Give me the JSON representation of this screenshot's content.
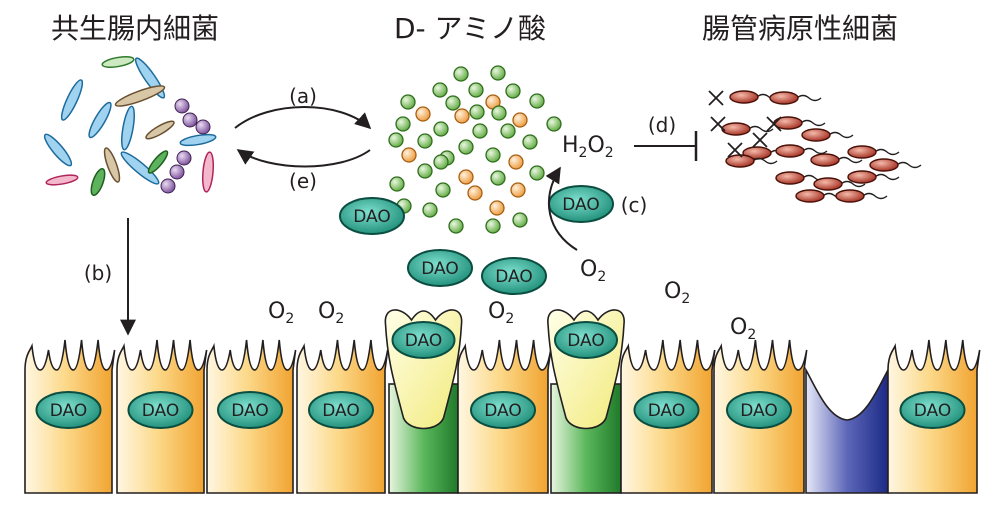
{
  "titles": {
    "commensal": "共生腸内細菌",
    "d_amino": "D- アミノ酸",
    "pathogen": "腸管病原性細菌"
  },
  "labels": {
    "a": "(a)",
    "b": "(b)",
    "c": "(c)",
    "d": "(d)",
    "e": "(e)"
  },
  "molecules": {
    "h2o2_h": "H",
    "h2o2_h_sub": "2",
    "h2o2_o": "O",
    "h2o2_o_sub": "2",
    "o2_o": "O",
    "o2_sub": "2"
  },
  "enzyme": "DAO",
  "colors": {
    "dao_fill": "#2a9d8f",
    "epithelium": "#f5b64a",
    "goblet": "#3aa043",
    "paneth": "#2b3a8f",
    "d_amino_green": "#8cc46a",
    "d_amino_orange": "#f4b069",
    "pathogen_red": "#c0392b"
  }
}
